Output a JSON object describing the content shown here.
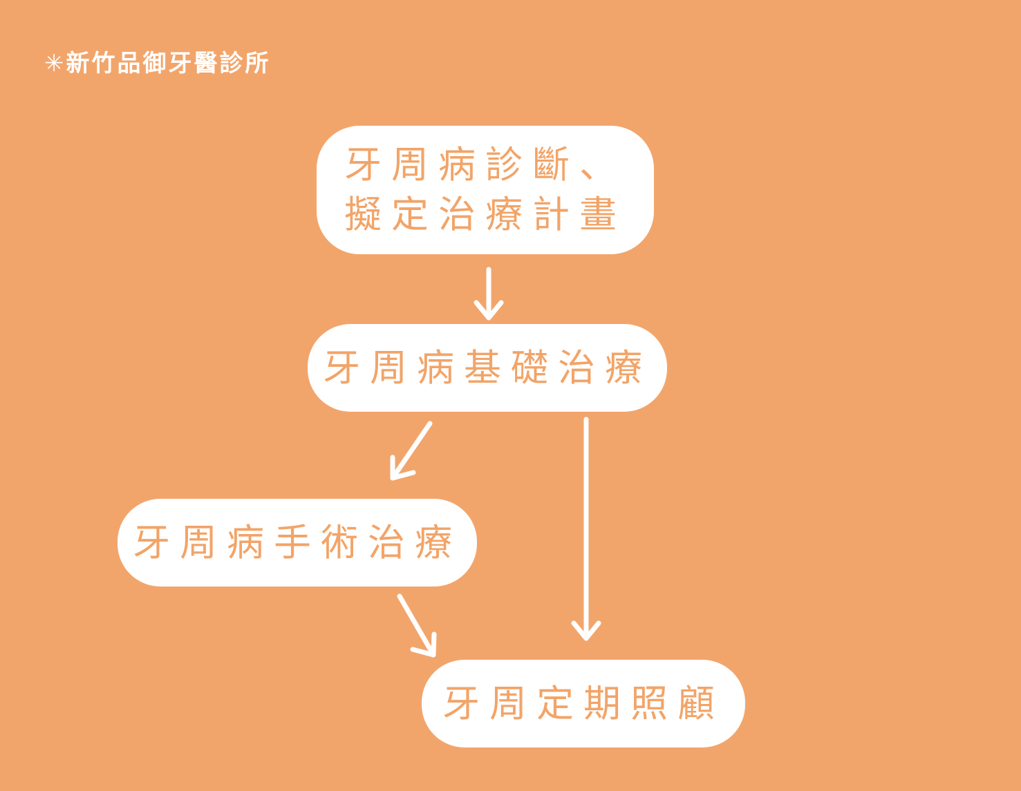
{
  "logo": {
    "icon": "asterisk-icon",
    "text": "新竹品御牙醫診所"
  },
  "steps": [
    {
      "lines": [
        "牙周病診斷、",
        "擬定治療計畫"
      ]
    },
    {
      "lines": [
        "牙周病基礎治療"
      ]
    },
    {
      "lines": [
        "牙周病手術治療"
      ]
    },
    {
      "lines": [
        "牙周定期照顧"
      ]
    }
  ],
  "colors": {
    "background": "#f2a56b",
    "box": "#ffffff",
    "box_text": "#f2a468",
    "arrow": "#ffffff"
  }
}
